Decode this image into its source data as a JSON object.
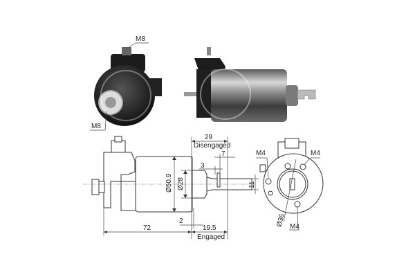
{
  "drawing": {
    "subject": "starter solenoid",
    "photo_views": {
      "end_view": {
        "labels": {
          "top_thread": "M8",
          "bottom_thread": "M8"
        }
      },
      "side_view": {
        "watermark": "ZM logo"
      }
    },
    "side_drawing": {
      "dimensions": {
        "disengaged_length": "29",
        "disengaged_label": "Disengaged",
        "plunger_slot": "7",
        "plunger_offset": "3",
        "plunger_width": "11",
        "body_diameter": "Ø50.9",
        "flange_diameter": "Ø28",
        "gap": "2",
        "body_length": "72",
        "engaged_length": "19.5",
        "engaged_label": "Engaged"
      }
    },
    "end_drawing": {
      "labels": {
        "thread_top_left": "M4",
        "thread_top_right": "M4",
        "thread_bottom": "M4",
        "bolt_circle": "Ø36"
      }
    }
  },
  "colors": {
    "line": "#333333",
    "photo_dark": "#1e1e1e",
    "photo_metal": "#9a9a9a",
    "background": "#ffffff"
  }
}
